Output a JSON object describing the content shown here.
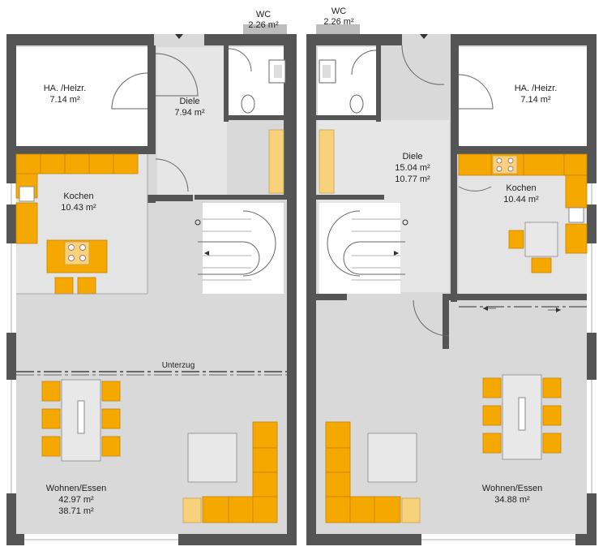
{
  "colors": {
    "wall": "#555555",
    "floor": "#d9d9d9",
    "furniture": "#f5a800",
    "furniture_light": "#f8d27a",
    "room_white": "#ffffff"
  },
  "plan": {
    "left_house": {
      "wc": {
        "name": "WC",
        "area": "2.26 m²"
      },
      "utility": {
        "name": "HA. /Heizr.",
        "area": "7.14 m²"
      },
      "hall": {
        "name": "Diele",
        "area": "7.94 m²"
      },
      "kitchen": {
        "name": "Kochen",
        "area": "10.43 m²"
      },
      "beam": {
        "name": "Unterzug"
      },
      "living": {
        "name": "Wohnen/Essen",
        "area": "42.97 m²",
        "area2": "38.71 m²"
      }
    },
    "right_house": {
      "wc": {
        "name": "WC",
        "area": "2.26 m²"
      },
      "utility": {
        "name": "HA. /Heizr.",
        "area": "7.14 m²"
      },
      "hall": {
        "name": "Diele",
        "area": "15.04 m²",
        "area2": "10.77 m²"
      },
      "kitchen": {
        "name": "Kochen",
        "area": "10.44 m²"
      },
      "living": {
        "name": "Wohnen/Essen",
        "area": "34.88 m²"
      }
    }
  }
}
